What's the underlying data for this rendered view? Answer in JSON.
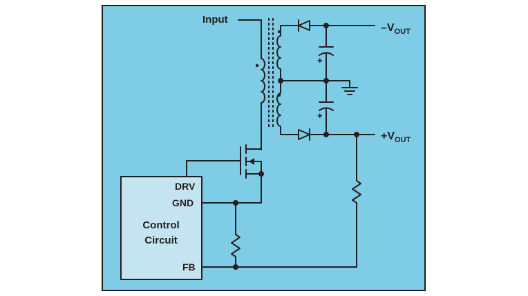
{
  "colors": {
    "background_panel": "#7ecce6",
    "control_box": "#c5e4f2",
    "line": "#231f20"
  },
  "labels": {
    "input": "Input",
    "neg_vout_main": "–V",
    "neg_vout_sub": "OUT",
    "pos_vout_main": "+V",
    "pos_vout_sub": "OUT",
    "drv": "DRV",
    "gnd": "GND",
    "fb": "FB",
    "control_line1": "Control",
    "control_line2": "Circuit",
    "plus_top": "+",
    "plus_bottom": "+"
  },
  "components": [
    "primary-winding",
    "transformer-core",
    "secondary-winding-top",
    "secondary-winding-bottom",
    "diode-top",
    "diode-bottom",
    "capacitor-top",
    "capacitor-bottom",
    "ground-symbol",
    "mosfet",
    "resistor-sense",
    "resistor-feedback",
    "control-circuit-box"
  ]
}
